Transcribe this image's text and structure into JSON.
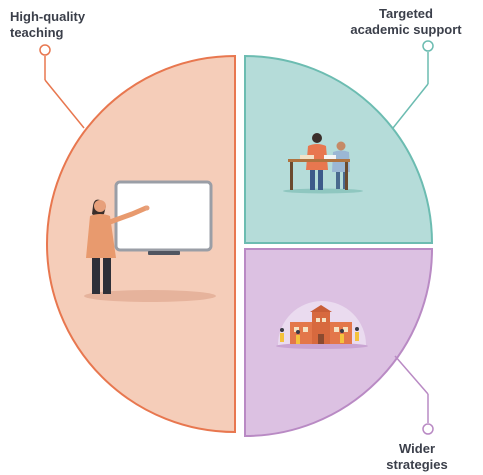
{
  "diagram": {
    "sections": [
      {
        "id": "high-quality-teaching",
        "label_lines": [
          "High-quality",
          "teaching"
        ],
        "fill": "#f5cdb9",
        "stroke": "#e8774f",
        "illustration": "teacher-at-whiteboard"
      },
      {
        "id": "targeted-academic-support",
        "label_lines": [
          "Targeted",
          "academic support"
        ],
        "fill": "#b5dcd9",
        "stroke": "#6cbcb1",
        "illustration": "tutor-with-student"
      },
      {
        "id": "wider-strategies",
        "label_lines": [
          "Wider",
          "strategies"
        ],
        "fill": "#dcc1e2",
        "stroke": "#b98ac4",
        "illustration": "school-community"
      }
    ],
    "text_color": "#3b3f4a"
  }
}
